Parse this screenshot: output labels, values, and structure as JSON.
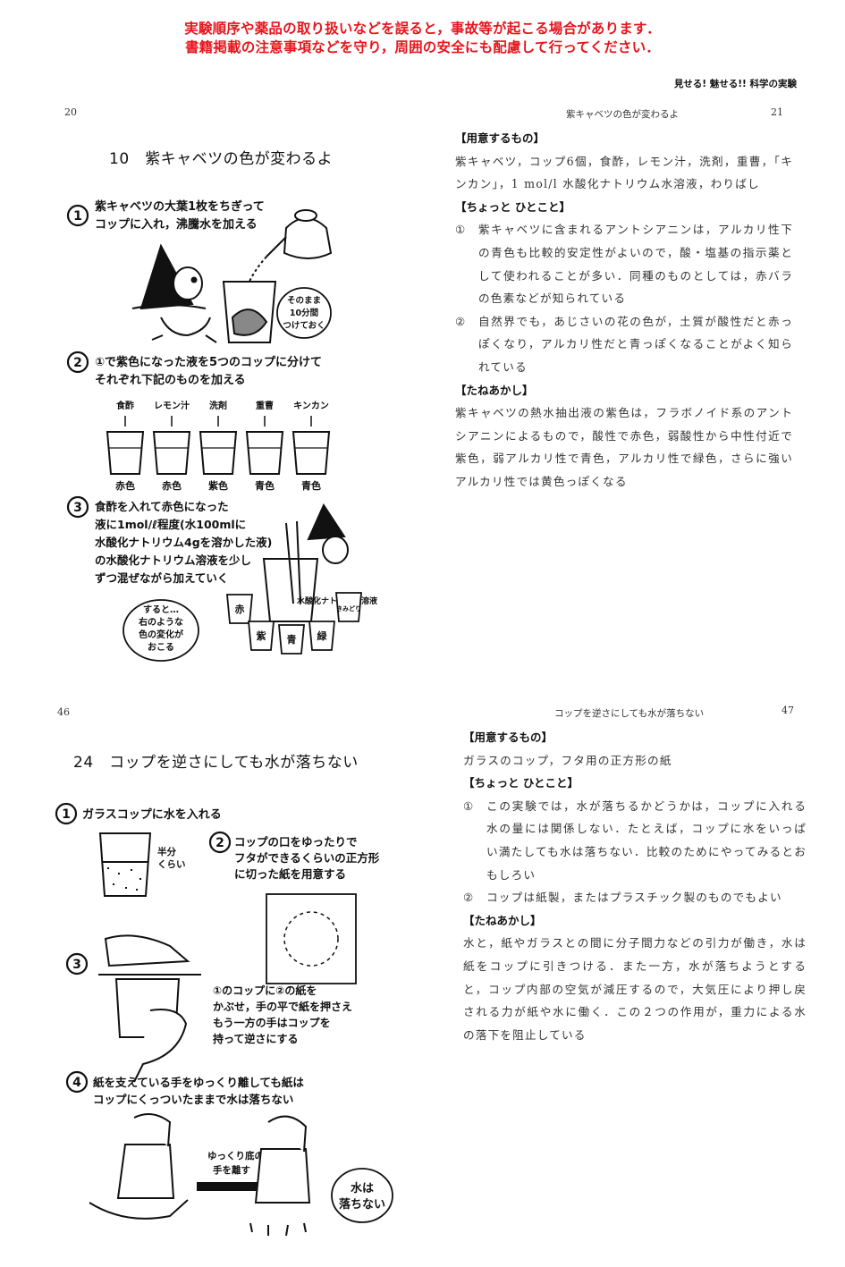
{
  "warning": {
    "line1": "実験順序や薬品の取り扱いなどを誤ると，事故等が起こる場合があります．",
    "line2": "書籍掲載の注意事項などを守り，周囲の安全にも配慮して行ってください．"
  },
  "book_title": "見せる! 魅せる!! 科学の実験",
  "spread1": {
    "left_page_number": "20",
    "right_page_number": "21",
    "running_head": "紫キャベツの色が変わるよ",
    "chapter_title": "10　紫キャベツの色が変わるよ",
    "illustration": {
      "step1": "紫キャベツの大葉1枚をちぎって コップに入れ，沸騰水を加える",
      "step1_note": "そのまま 10分間 つけておく",
      "step2": "①で紫色になった液を5つのコップに分けて それぞれ下記のものを加える",
      "additives": [
        "食酢",
        "レモン汁",
        "洗剤",
        "重曹",
        "キンカン"
      ],
      "colors": [
        "赤色",
        "赤色",
        "紫色",
        "青色",
        "青色"
      ],
      "step3": "食酢を入れて赤色になった 液に1mol/ℓ程度(水100mlに 水酸化ナトリウム4gを溶かした液) の水酸化ナトリウム溶液を少し ずつ混ぜながら加えていく",
      "step3_label": "水酸化ナトリウム溶液",
      "step3_bubble": "すると… 右のような 色の変化が おこる",
      "change_colors": [
        "赤",
        "紫",
        "青",
        "緑",
        "きみどり"
      ]
    },
    "sections": {
      "prepare_heading": "【用意するもの】",
      "prepare_text": "紫キャベツ，コップ6個，食酢，レモン汁，洗剤，重曹，「キンカン」，1 mol/l 水酸化ナトリウム水溶液，わりばし",
      "note_heading": "【ちょっと ひとこと】",
      "notes": [
        {
          "num": "①",
          "text": "紫キャベツに含まれるアントシアニンは，アルカリ性下の青色も比較的安定性がよいので，酸・塩基の指示薬として使われることが多い．同種のものとしては，赤バラの色素などが知られている"
        },
        {
          "num": "②",
          "text": "自然界でも，あじさいの花の色が，土質が酸性だと赤っぽくなり，アルカリ性だと青っぽくなることがよく知られている"
        }
      ],
      "trick_heading": "【たねあかし】",
      "trick_text": "紫キャベツの熱水抽出液の紫色は，フラボノイド系のアントシアニンによるもので，酸性で赤色，弱酸性から中性付近で紫色，弱アルカリ性で青色，アルカリ性で緑色，さらに強いアルカリ性では黄色っぽくなる"
    }
  },
  "spread2": {
    "left_page_number": "46",
    "right_page_number": "47",
    "running_head": "コップを逆さにしても水が落ちない",
    "chapter_title": "24　コップを逆さにしても水が落ちない",
    "illustration": {
      "step1": "ガラスコップに水を入れる",
      "step1_note": "半分 くらい",
      "step2": "コップの口をゆったりで フタができるくらいの正方形 に切った紙を用意する",
      "step3": "①のコップに②の紙を かぶせ，手の平で紙を押さえ もう一方の手はコップを 持って逆さにする",
      "step4": "紙を支えている手をゆっくり離しても紙は コップにくっついたままで水は落ちない",
      "arrow_label": "ゆっくり底の 手を離す",
      "bubble": "水は 落ちない"
    },
    "sections": {
      "prepare_heading": "【用意するもの】",
      "prepare_text": "ガラスのコップ，フタ用の正方形の紙",
      "note_heading": "【ちょっと ひとこと】",
      "notes": [
        {
          "num": "①",
          "text": "この実験では，水が落ちるかどうかは，コップに入れる水の量には関係しない．たとえば，コップに水をいっぱい満たしても水は落ちない．比較のためにやってみるとおもしろい"
        },
        {
          "num": "②",
          "text": "コップは紙製，またはプラスチック製のものでもよい"
        }
      ],
      "trick_heading": "【たねあかし】",
      "trick_text": "水と，紙やガラスとの間に分子間力などの引力が働き，水は紙をコップに引きつける．また一方，水が落ちようとすると，コップ内部の空気が減圧するので，大気圧により押し戻される力が紙や水に働く．この２つの作用が，重力による水の落下を阻止している"
    }
  }
}
